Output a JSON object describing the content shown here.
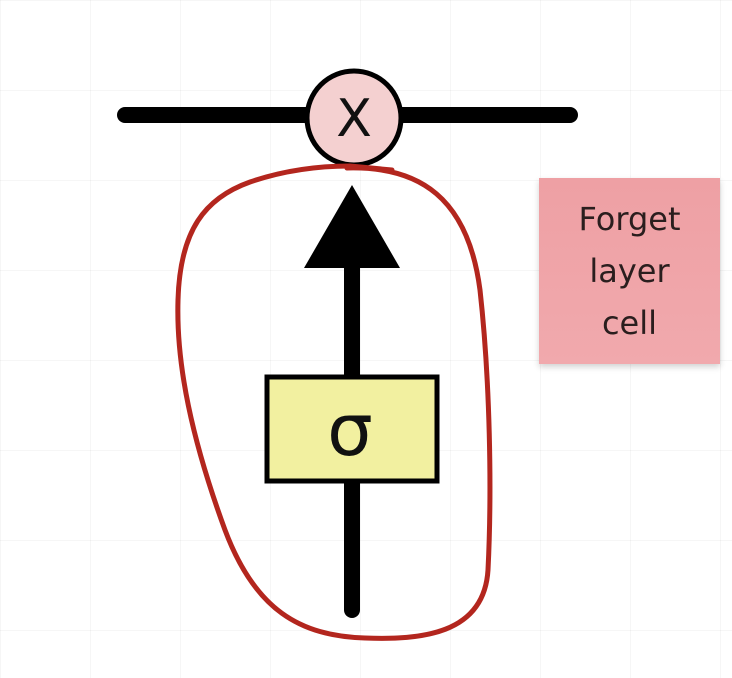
{
  "diagram": {
    "multiply_op": "X",
    "gate_label": "σ"
  },
  "sticky_note": {
    "text": "Forget\nlayer\ncell"
  },
  "colors": {
    "line": "#000000",
    "multiply_circle_fill": "#f4d0d0",
    "gate_box_fill": "#f2f0a0",
    "highlight_loop": "#b3261e",
    "sticky_note": "#f0a5a9"
  }
}
